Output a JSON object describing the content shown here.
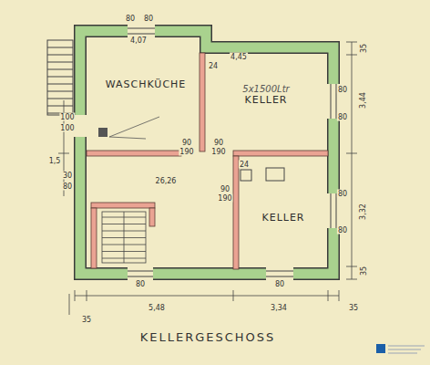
{
  "diagram": {
    "caption": "KELLERGESCHOSS",
    "nodes": [
      {
        "text": [
          "WASCHKÜCHE"
        ]
      },
      {
        "text": [
          "5x1500Ltr",
          "KELLER"
        ]
      },
      {
        "text": [
          "KELLER"
        ]
      }
    ],
    "labels": [
      "80",
      "80",
      "4,07",
      "4,45",
      "24",
      "35",
      "80",
      "3,44",
      "80",
      "80",
      "3,32",
      "80",
      "35",
      "100",
      "100",
      "1,5",
      "30",
      "80",
      "90",
      "190",
      "90",
      "190",
      "26,26",
      "24",
      "90",
      "190",
      "80",
      "80",
      "5,48",
      "3,34",
      "35",
      "35"
    ]
  }
}
